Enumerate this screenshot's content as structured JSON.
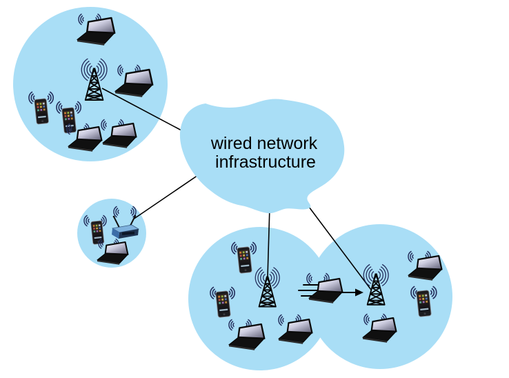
{
  "cloud": {
    "label_line1": "wired network",
    "label_line2": "infrastructure"
  },
  "colors": {
    "cell_fill": "#A9DEF6",
    "cloud_fill": "#A9DEF6",
    "link_line": "#000000",
    "radio_wave": "#25305E",
    "label_text": "#000000",
    "background": "#FFFFFF"
  },
  "cells": [
    {
      "id": "cell-1",
      "access_point": "cell-tower",
      "laptops": 4,
      "smartphones": 2
    },
    {
      "id": "cell-2",
      "access_point": "wifi-router",
      "laptops": 1,
      "smartphones": 1
    },
    {
      "id": "cell-3",
      "access_point": "cell-tower",
      "laptops": 3,
      "smartphones": 2
    },
    {
      "id": "cell-4",
      "access_point": "cell-tower",
      "laptops": 2,
      "smartphones": 1
    }
  ],
  "links": [
    {
      "from": "wired-network-cloud",
      "to": "cell-1-tower"
    },
    {
      "from": "wired-network-cloud",
      "to": "cell-2-router"
    },
    {
      "from": "wired-network-cloud",
      "to": "cell-3-tower"
    },
    {
      "from": "wired-network-cloud",
      "to": "cell-4-tower"
    }
  ],
  "motion": {
    "moving_device": "laptop",
    "speed_lines": 3,
    "arrow_target": "cell-4-tower"
  },
  "icons": {
    "cell-tower-icon": "black lattice mast with concentric radio arcs",
    "wifi-router-icon": "blue router box with two antennas",
    "laptop-icon": "black laptop in angled perspective",
    "smartphone-icon": "black smartphone with colorful app screen",
    "radio-waves-icon": "paired small arcs above each wireless device",
    "motion-arrow-icon": "rightward arrow indicating handoff"
  }
}
